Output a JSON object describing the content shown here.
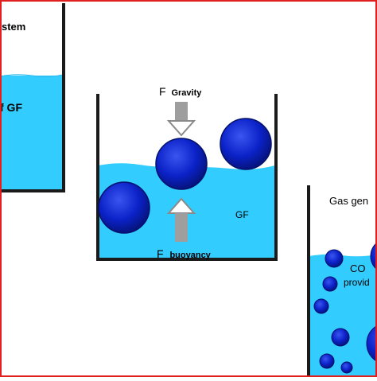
{
  "colors": {
    "water": "#33ccff",
    "wall": "#1a1a1a",
    "ball": "#0a1fc8",
    "ball_highlight": "#4a66ff",
    "arrow": "#9e9e9e",
    "frame": "#e02020"
  },
  "panel_left": {
    "title": "stem",
    "water_label": "f GF"
  },
  "panel_middle": {
    "gravity_label": "F",
    "gravity_sub": "Gravity",
    "buoyancy_label": "F",
    "buoyancy_sub": "buoyancy",
    "liquid_label": "GF"
  },
  "panel_right": {
    "title": "Gas gen",
    "water_label_line1": "CO",
    "water_label_line2": "provid"
  }
}
